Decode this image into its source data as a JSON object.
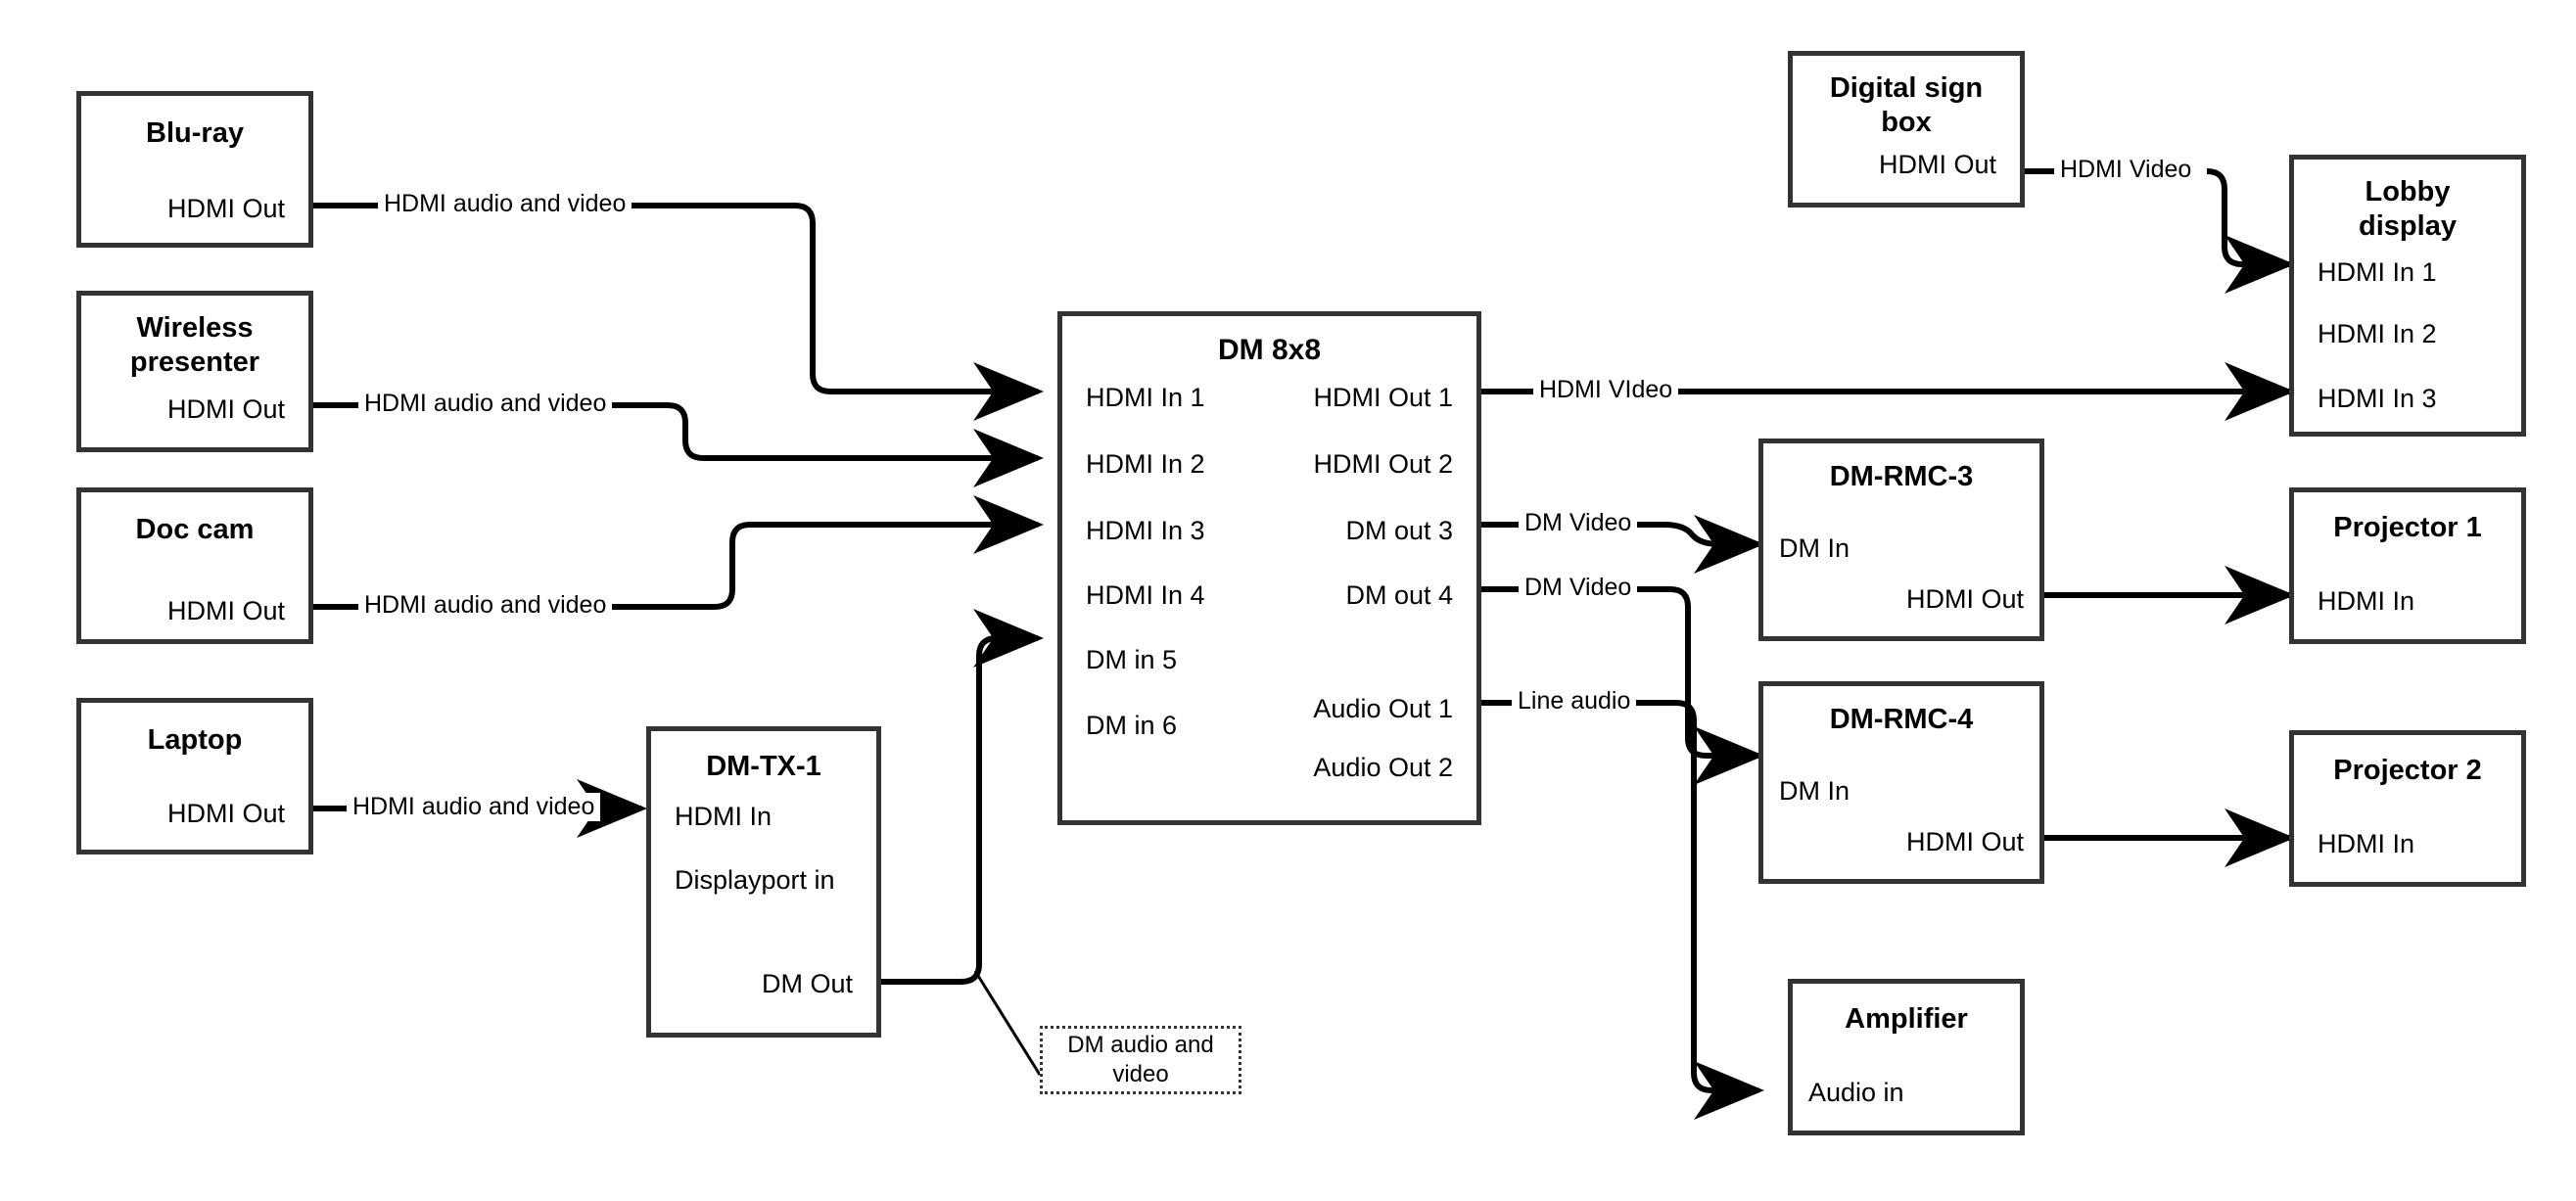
{
  "diagram": {
    "title": "AV signal flow diagram",
    "stroke_color": "#333333",
    "wire_color": "#000000",
    "background": "#ffffff"
  },
  "nodes": {
    "bluray": {
      "title": "Blu-ray",
      "ports": [
        "HDMI Out"
      ]
    },
    "wireless": {
      "title": "Wireless\npresenter",
      "title_line1": "Wireless",
      "title_line2": "presenter",
      "ports": [
        "HDMI Out"
      ]
    },
    "doccam": {
      "title": "Doc cam",
      "ports": [
        "HDMI Out"
      ]
    },
    "laptop": {
      "title": "Laptop",
      "ports": [
        "HDMI Out"
      ]
    },
    "dmtx1": {
      "title": "DM-TX-1",
      "port_in_1": "HDMI In",
      "port_in_2": "Displayport in",
      "port_out": "DM Out"
    },
    "dm8x8": {
      "title": "DM 8x8",
      "inputs": [
        "HDMI In 1",
        "HDMI In 2",
        "HDMI In 3",
        "HDMI In 4",
        "DM in 5",
        "DM in 6"
      ],
      "outputs": [
        "HDMI Out 1",
        "HDMI Out 2",
        "DM out 3",
        "DM out 4",
        "Audio Out 1",
        "Audio Out 2"
      ]
    },
    "digitalsign": {
      "title_line1": "Digital sign",
      "title_line2": "box",
      "ports": [
        "HDMI Out"
      ]
    },
    "lobby": {
      "title_line1": "Lobby",
      "title_line2": "display",
      "ports": [
        "HDMI In 1",
        "HDMI In 2",
        "HDMI In 3"
      ]
    },
    "dmrmc3": {
      "title": "DM-RMC-3",
      "port_in": "DM In",
      "port_out": "HDMI Out"
    },
    "dmrmc4": {
      "title": "DM-RMC-4",
      "port_in": "DM In",
      "port_out": "HDMI Out"
    },
    "projector1": {
      "title": "Projector 1",
      "ports": [
        "HDMI In"
      ]
    },
    "projector2": {
      "title": "Projector 2",
      "ports": [
        "HDMI In"
      ]
    },
    "amplifier": {
      "title": "Amplifier",
      "ports": [
        "Audio in"
      ]
    }
  },
  "callout": {
    "line1": "DM audio and",
    "line2": "video"
  },
  "edges": {
    "bluray_to_dm": {
      "label": "HDMI audio and video"
    },
    "wireless_to_dm": {
      "label": "HDMI audio and video"
    },
    "doccam_to_dm": {
      "label": "HDMI audio and video"
    },
    "laptop_to_dmtx1": {
      "label": "HDMI audio and video"
    },
    "dm_hdmiout1": {
      "label": "HDMI VIdeo"
    },
    "dm_dmout3": {
      "label": "DM Video"
    },
    "dm_dmout4": {
      "label": "DM Video"
    },
    "dm_audioout1": {
      "label": "Line audio"
    },
    "sign_to_lobby": {
      "label": "HDMI Video"
    }
  }
}
